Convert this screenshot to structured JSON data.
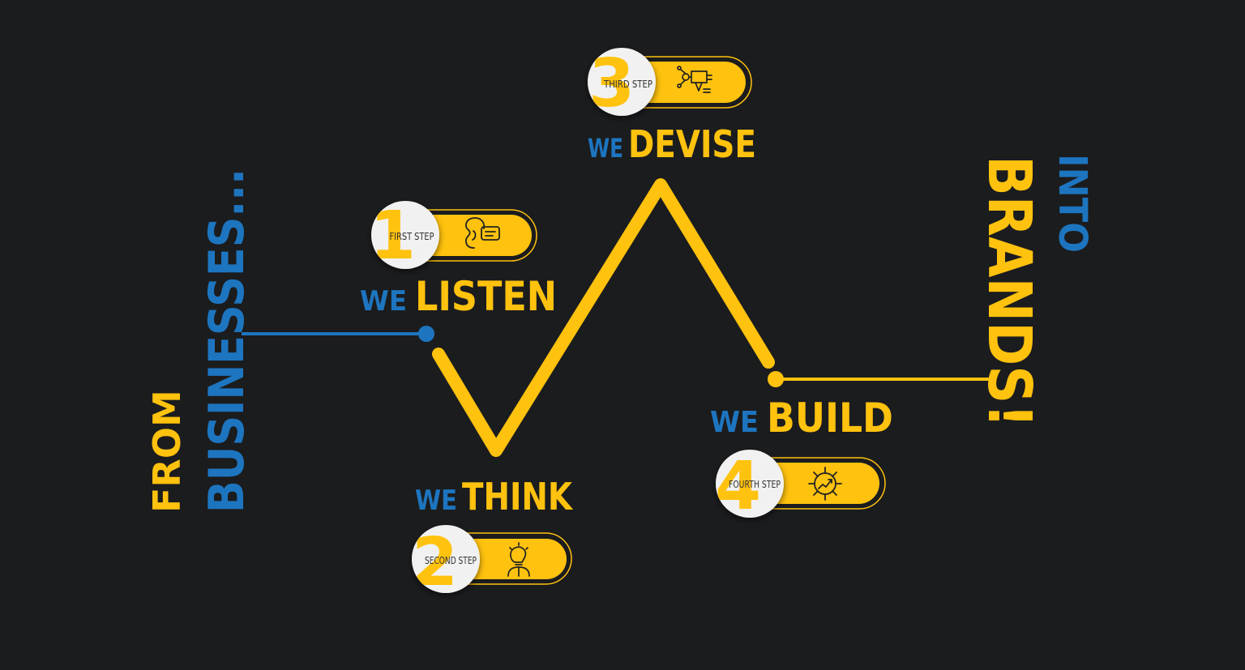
{
  "colors": {
    "background": "#1b1c1e",
    "yellow": "#ffc20e",
    "blue": "#1d75c0",
    "badge_white": "#f1f1f1",
    "badge_text": "#333333",
    "icon_dark": "#222222"
  },
  "left_words": {
    "from": "FROM",
    "businesses": "BUSINESSES..."
  },
  "right_words": {
    "into": "INTO",
    "brands": "BRANDS!"
  },
  "steps": [
    {
      "number": "1",
      "badge": "FIRST STEP",
      "we": "WE",
      "verb": "LISTEN",
      "icon": "ear-speech-icon"
    },
    {
      "number": "2",
      "badge": "SECOND STEP",
      "we": "WE",
      "verb": "THINK",
      "icon": "lightbulb-person-icon"
    },
    {
      "number": "3",
      "badge": "THIRD STEP",
      "we": "WE",
      "verb": "DEVISE",
      "icon": "circuit-pen-icon"
    },
    {
      "number": "4",
      "badge": "FOURTH STEP",
      "we": "WE",
      "verb": "BUILD",
      "icon": "gear-growth-icon"
    }
  ]
}
